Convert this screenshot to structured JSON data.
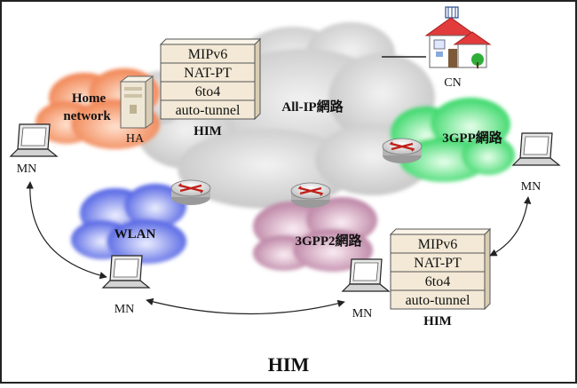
{
  "title": "HIM",
  "clouds": {
    "all_ip": "All-IP網路",
    "home": [
      "Home",
      "network"
    ],
    "gpp3": "3GPP網路",
    "wlan": "WLAN",
    "gpp2": "3GPP2網路"
  },
  "him_boxes": [
    {
      "lines": [
        "MIPv6",
        "NAT-PT",
        "6to4",
        "auto-tunnel"
      ],
      "label": "HIM"
    },
    {
      "lines": [
        "MIPv6",
        "NAT-PT",
        "6to4",
        "auto-tunnel"
      ],
      "label": "HIM"
    }
  ],
  "nodes": {
    "ha": "HA",
    "cn": "CN",
    "mn_left": "MN",
    "mn_bottom_left": "MN",
    "mn_bottom_right": "MN",
    "mn_right": "MN"
  },
  "colors": {
    "all_ip_cloud": "#d9d9d9",
    "home_cloud": "#f28a5a",
    "gpp3_cloud": "#3ee06a",
    "wlan_cloud": "#5a6ee8",
    "gpp2_cloud": "#c88aa8",
    "him_box": "#f3e9d6"
  }
}
